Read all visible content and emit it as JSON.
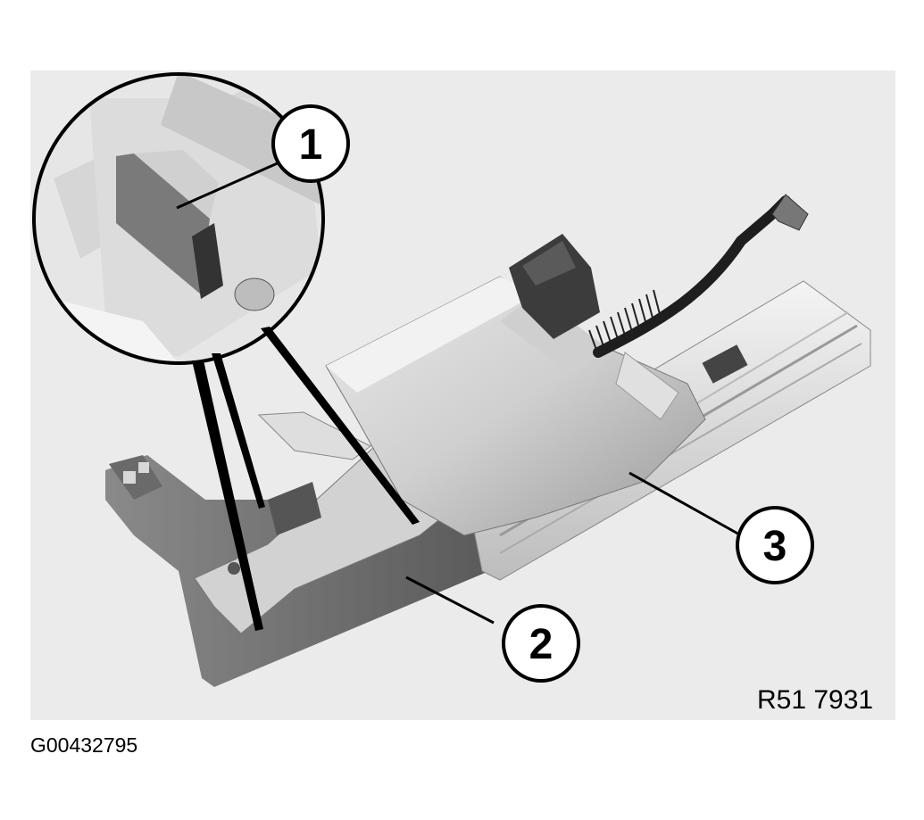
{
  "callouts": [
    {
      "number": "1"
    },
    {
      "number": "2"
    },
    {
      "number": "3"
    }
  ],
  "reference_code": "R51 7931",
  "document_id": "G00432795"
}
